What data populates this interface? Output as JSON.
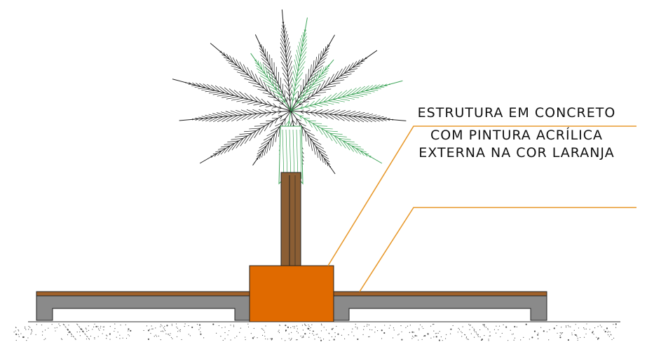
{
  "annotation": {
    "lines": [
      "ESTRUTURA  EM  CONCRETO",
      "COM  PINTURA  ACRÍLICA",
      "EXTERNA  NA  COR  LARANJA"
    ]
  },
  "colors": {
    "planter": "#E06A00",
    "leader": "#E89A2E",
    "bench_gray": "#8A8A8A",
    "bench_top": "#A0612A",
    "trunk": "#8B5E34",
    "frond_dark": "#222222",
    "frond_green": "#3FA55A",
    "ground": "#555555"
  },
  "icons": {
    "tree": "palm-tree-icon"
  }
}
